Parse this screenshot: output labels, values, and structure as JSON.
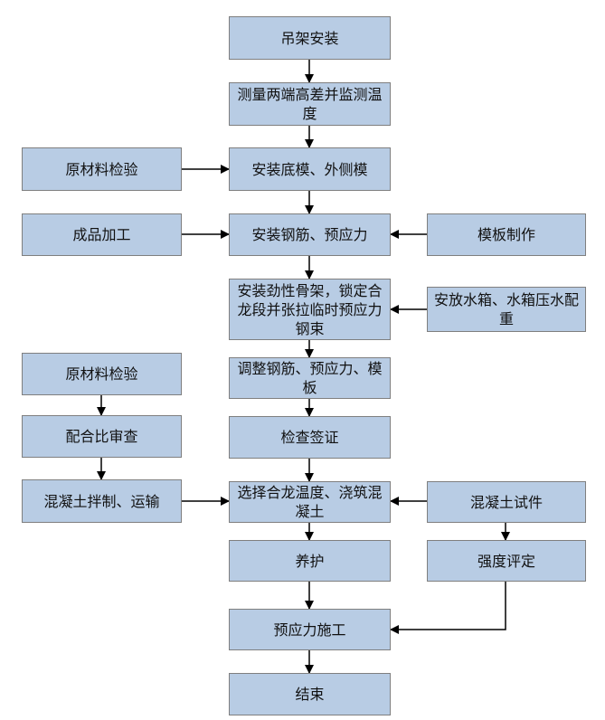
{
  "flowchart": {
    "main": {
      "n1": "吊架安装",
      "n2": "测量两端高差并监测温度",
      "n3": "安装底模、外侧模",
      "n4": "安装钢筋、预应力",
      "n5": "安装劲性骨架，锁定合龙段并张拉临时预应力钢束",
      "n6": "调整钢筋、预应力、模板",
      "n7": "检查签证",
      "n8": "选择合龙温度、浇筑混凝土",
      "n9": "养护",
      "n10": "预应力施工",
      "n11": "结束"
    },
    "left": {
      "raw_material_1": "原材料检验",
      "finished_processing": "成品加工",
      "raw_material_2": "原材料检验",
      "mix_review": "配合比审查",
      "concrete_mixing": "混凝土拌制、运输"
    },
    "right": {
      "formwork_making": "模板制作",
      "water_tank": "安放水箱、水箱压水配重",
      "concrete_specimen": "混凝土试件",
      "strength_eval": "强度评定"
    }
  },
  "colors": {
    "box_fill": "#b8cce4",
    "box_border": "#7f7f7f",
    "arrow": "#000000"
  }
}
